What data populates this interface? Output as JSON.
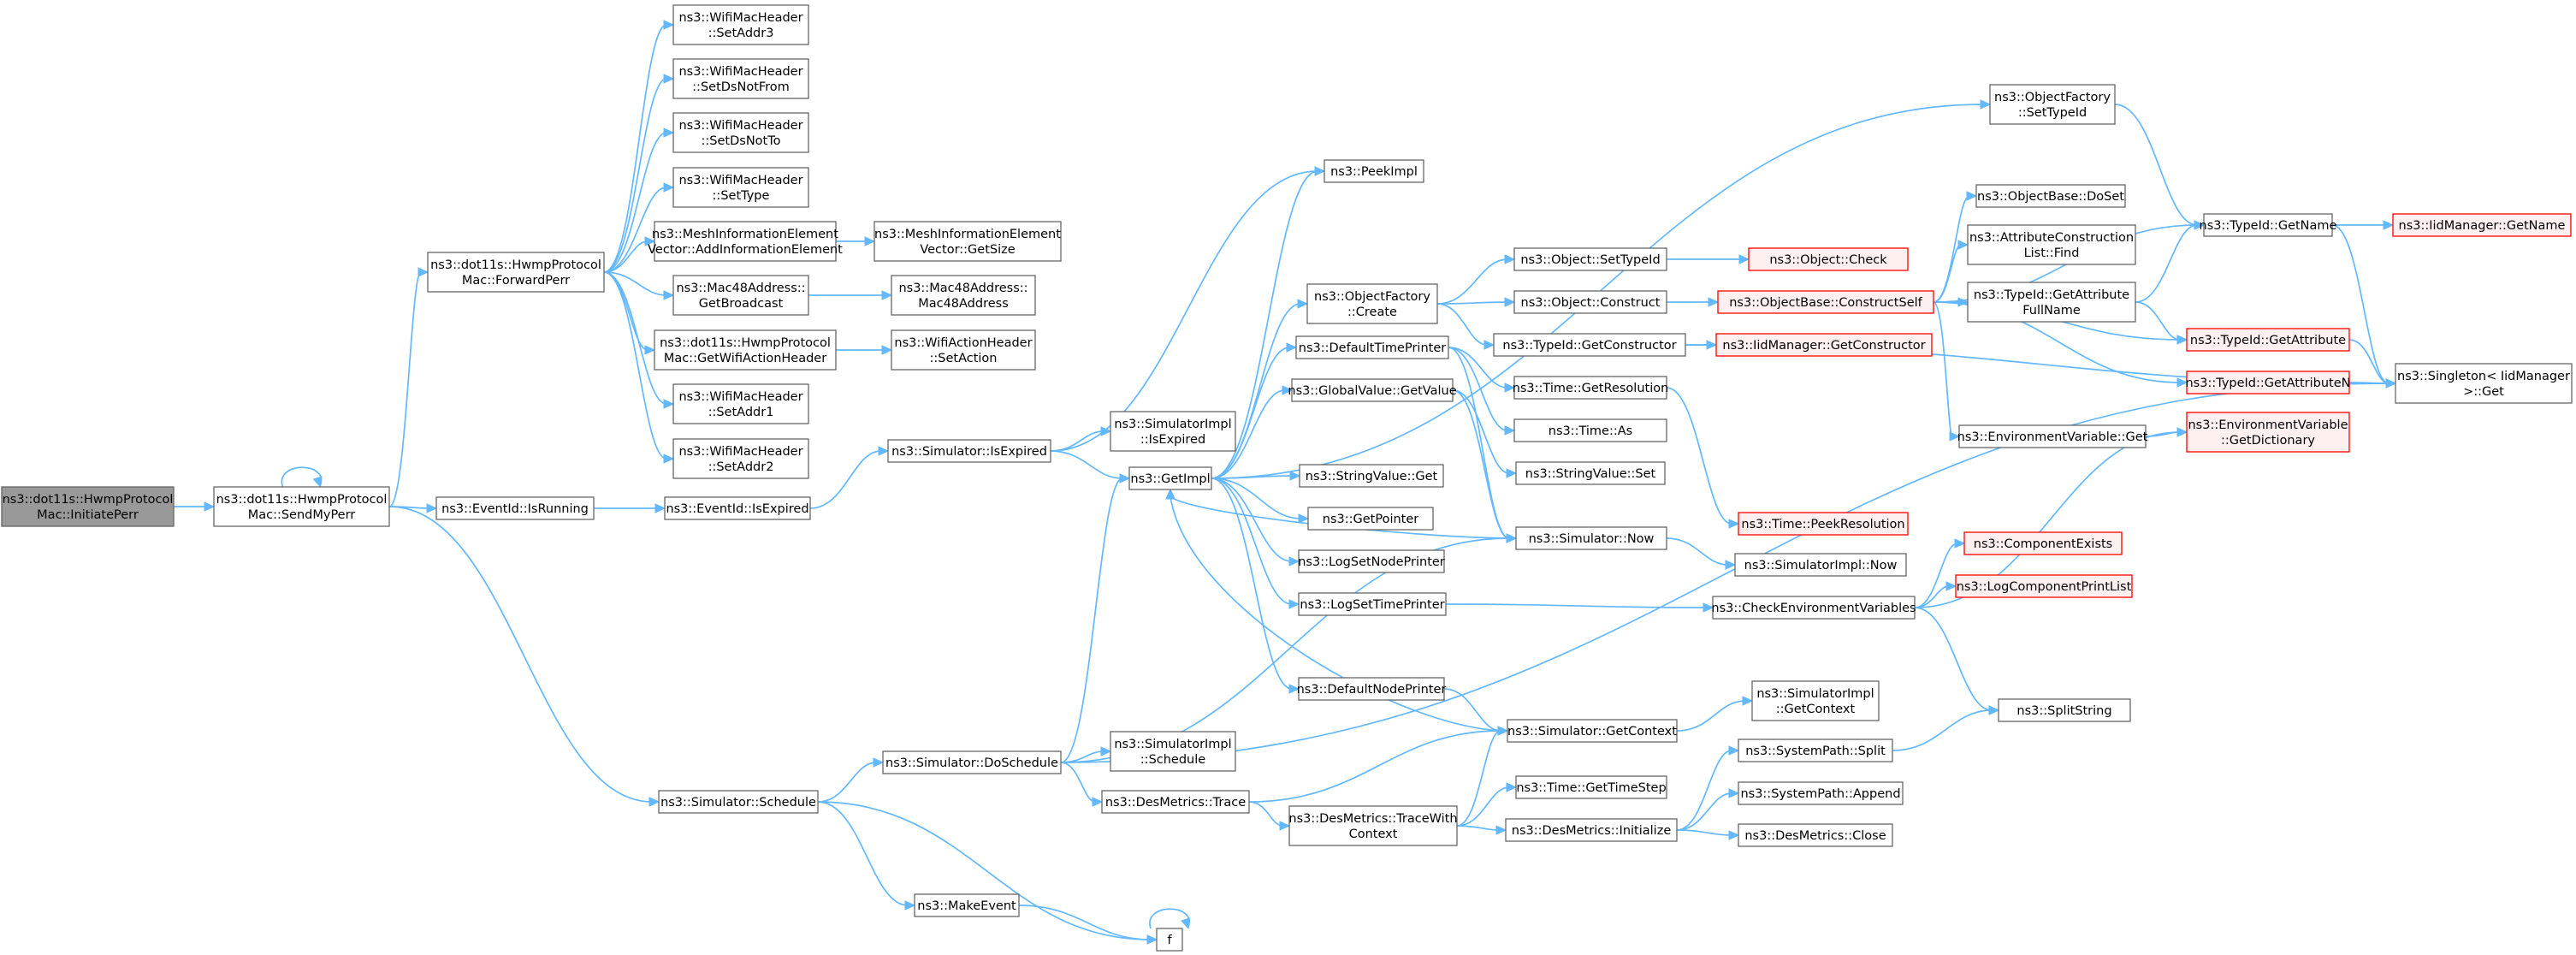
{
  "graph": {
    "title": "ns3::dot11s::HwmpProtocolMac::InitiatePerr call graph",
    "nodes": [
      {
        "id": "n0",
        "lines": [
          "ns3::dot11s::HwmpProtocol",
          "Mac::InitiatePerr"
        ],
        "style": "root"
      },
      {
        "id": "n1",
        "lines": [
          "ns3::dot11s::HwmpProtocol",
          "Mac::SendMyPerr"
        ],
        "style": "normal"
      },
      {
        "id": "n2",
        "lines": [
          "ns3::dot11s::HwmpProtocol",
          "Mac::ForwardPerr"
        ],
        "style": "normal"
      },
      {
        "id": "n3",
        "lines": [
          "ns3::EventId::IsRunning"
        ],
        "style": "normal"
      },
      {
        "id": "n4",
        "lines": [
          "ns3::Simulator::Schedule"
        ],
        "style": "normal"
      },
      {
        "id": "n5",
        "lines": [
          "ns3::WifiMacHeader",
          "::SetAddr3"
        ],
        "style": "normal"
      },
      {
        "id": "n6",
        "lines": [
          "ns3::WifiMacHeader",
          "::SetDsNotFrom"
        ],
        "style": "normal"
      },
      {
        "id": "n7",
        "lines": [
          "ns3::WifiMacHeader",
          "::SetDsNotTo"
        ],
        "style": "normal"
      },
      {
        "id": "n8",
        "lines": [
          "ns3::WifiMacHeader",
          "::SetType"
        ],
        "style": "normal"
      },
      {
        "id": "n9",
        "lines": [
          "ns3::MeshInformationElement",
          "Vector::AddInformationElement"
        ],
        "style": "normal"
      },
      {
        "id": "n10",
        "lines": [
          "ns3::Mac48Address::",
          "GetBroadcast"
        ],
        "style": "normal"
      },
      {
        "id": "n11",
        "lines": [
          "ns3::dot11s::HwmpProtocol",
          "Mac::GetWifiActionHeader"
        ],
        "style": "normal"
      },
      {
        "id": "n12",
        "lines": [
          "ns3::WifiMacHeader",
          "::SetAddr1"
        ],
        "style": "normal"
      },
      {
        "id": "n13",
        "lines": [
          "ns3::WifiMacHeader",
          "::SetAddr2"
        ],
        "style": "normal"
      },
      {
        "id": "n14",
        "lines": [
          "ns3::MeshInformationElement",
          "Vector::GetSize"
        ],
        "style": "normal"
      },
      {
        "id": "n15",
        "lines": [
          "ns3::Mac48Address::",
          "Mac48Address"
        ],
        "style": "normal"
      },
      {
        "id": "n16",
        "lines": [
          "ns3::WifiActionHeader",
          "::SetAction"
        ],
        "style": "normal"
      },
      {
        "id": "n17",
        "lines": [
          "ns3::EventId::IsExpired"
        ],
        "style": "normal"
      },
      {
        "id": "n18",
        "lines": [
          "ns3::Simulator::IsExpired"
        ],
        "style": "normal"
      },
      {
        "id": "n19",
        "lines": [
          "ns3::SimulatorImpl",
          "::IsExpired"
        ],
        "style": "normal"
      },
      {
        "id": "n20",
        "lines": [
          "ns3::GetImpl"
        ],
        "style": "normal"
      },
      {
        "id": "n21",
        "lines": [
          "ns3::PeekImpl"
        ],
        "style": "normal"
      },
      {
        "id": "n22",
        "lines": [
          "ns3::ObjectFactory",
          "::Create"
        ],
        "style": "normal"
      },
      {
        "id": "n23",
        "lines": [
          "ns3::DefaultTimePrinter"
        ],
        "style": "normal"
      },
      {
        "id": "n24",
        "lines": [
          "ns3::GlobalValue::GetValue"
        ],
        "style": "normal"
      },
      {
        "id": "n25",
        "lines": [
          "ns3::StringValue::Get"
        ],
        "style": "normal"
      },
      {
        "id": "n26",
        "lines": [
          "ns3::GetPointer"
        ],
        "style": "normal"
      },
      {
        "id": "n27",
        "lines": [
          "ns3::LogSetNodePrinter"
        ],
        "style": "normal"
      },
      {
        "id": "n28",
        "lines": [
          "ns3::LogSetTimePrinter"
        ],
        "style": "normal"
      },
      {
        "id": "n29",
        "lines": [
          "ns3::DefaultNodePrinter"
        ],
        "style": "normal"
      },
      {
        "id": "n30",
        "lines": [
          "ns3::Simulator::DoSchedule"
        ],
        "style": "normal"
      },
      {
        "id": "n31",
        "lines": [
          "ns3::SimulatorImpl",
          "::Schedule"
        ],
        "style": "normal"
      },
      {
        "id": "n32",
        "lines": [
          "ns3::DesMetrics::Trace"
        ],
        "style": "normal"
      },
      {
        "id": "n33",
        "lines": [
          "ns3::MakeEvent"
        ],
        "style": "normal"
      },
      {
        "id": "n34",
        "lines": [
          "f"
        ],
        "style": "normal"
      },
      {
        "id": "n35",
        "lines": [
          "ns3::DesMetrics::TraceWith",
          "Context"
        ],
        "style": "normal"
      },
      {
        "id": "n36",
        "lines": [
          "ns3::Simulator::GetContext"
        ],
        "style": "normal"
      },
      {
        "id": "n37",
        "lines": [
          "ns3::Simulator::Now"
        ],
        "style": "normal"
      },
      {
        "id": "n38",
        "lines": [
          "ns3::ObjectFactory",
          "::SetTypeId"
        ],
        "style": "normal"
      },
      {
        "id": "n39",
        "lines": [
          "ns3::Object::SetTypeId"
        ],
        "style": "normal"
      },
      {
        "id": "n40",
        "lines": [
          "ns3::Object::Construct"
        ],
        "style": "normal"
      },
      {
        "id": "n41",
        "lines": [
          "ns3::TypeId::GetConstructor"
        ],
        "style": "normal"
      },
      {
        "id": "n42",
        "lines": [
          "ns3::Time::GetResolution"
        ],
        "style": "normal"
      },
      {
        "id": "n43",
        "lines": [
          "ns3::Time::As"
        ],
        "style": "normal"
      },
      {
        "id": "n44",
        "lines": [
          "ns3::StringValue::Set"
        ],
        "style": "normal"
      },
      {
        "id": "n45",
        "lines": [
          "ns3::Time::GetTimeStep"
        ],
        "style": "normal"
      },
      {
        "id": "n46",
        "lines": [
          "ns3::DesMetrics::Initialize"
        ],
        "style": "normal"
      },
      {
        "id": "n47",
        "lines": [
          "ns3::Object::Check"
        ],
        "style": "truncated"
      },
      {
        "id": "n48",
        "lines": [
          "ns3::ObjectBase::ConstructSelf"
        ],
        "style": "truncated"
      },
      {
        "id": "n49",
        "lines": [
          "ns3::IidManager::GetConstructor"
        ],
        "style": "truncated"
      },
      {
        "id": "n50",
        "lines": [
          "ns3::Time::PeekResolution"
        ],
        "style": "truncated"
      },
      {
        "id": "n51",
        "lines": [
          "ns3::SimulatorImpl::Now"
        ],
        "style": "normal"
      },
      {
        "id": "n52",
        "lines": [
          "ns3::CheckEnvironmentVariables"
        ],
        "style": "normal"
      },
      {
        "id": "n53",
        "lines": [
          "ns3::SimulatorImpl",
          "::GetContext"
        ],
        "style": "normal"
      },
      {
        "id": "n54",
        "lines": [
          "ns3::SystemPath::Split"
        ],
        "style": "normal"
      },
      {
        "id": "n55",
        "lines": [
          "ns3::SystemPath::Append"
        ],
        "style": "normal"
      },
      {
        "id": "n56",
        "lines": [
          "ns3::DesMetrics::Close"
        ],
        "style": "normal"
      },
      {
        "id": "n57",
        "lines": [
          "ns3::ObjectBase::DoSet"
        ],
        "style": "normal"
      },
      {
        "id": "n58",
        "lines": [
          "ns3::AttributeConstruction",
          "List::Find"
        ],
        "style": "normal"
      },
      {
        "id": "n59",
        "lines": [
          "ns3::TypeId::GetAttribute",
          "FullName"
        ],
        "style": "normal"
      },
      {
        "id": "n60",
        "lines": [
          "ns3::EnvironmentVariable::Get"
        ],
        "style": "normal"
      },
      {
        "id": "n61",
        "lines": [
          "ns3::ComponentExists"
        ],
        "style": "truncated"
      },
      {
        "id": "n62",
        "lines": [
          "ns3::LogComponentPrintList"
        ],
        "style": "truncated"
      },
      {
        "id": "n63",
        "lines": [
          "ns3::SplitString"
        ],
        "style": "normal"
      },
      {
        "id": "n64",
        "lines": [
          "ns3::TypeId::GetName"
        ],
        "style": "normal"
      },
      {
        "id": "n65",
        "lines": [
          "ns3::TypeId::GetAttribute"
        ],
        "style": "truncated"
      },
      {
        "id": "n66",
        "lines": [
          "ns3::TypeId::GetAttributeN"
        ],
        "style": "truncated"
      },
      {
        "id": "n67",
        "lines": [
          "ns3::EnvironmentVariable",
          "::GetDictionary"
        ],
        "style": "truncated"
      },
      {
        "id": "n68",
        "lines": [
          "ns3::IidManager::GetName"
        ],
        "style": "truncated"
      },
      {
        "id": "n69",
        "lines": [
          "ns3::Singleton< IidManager",
          " >::Get"
        ],
        "style": "normal"
      }
    ],
    "edges": [
      [
        "n0",
        "n1"
      ],
      [
        "n1",
        "n1"
      ],
      [
        "n1",
        "n2"
      ],
      [
        "n1",
        "n3"
      ],
      [
        "n1",
        "n4"
      ],
      [
        "n2",
        "n5"
      ],
      [
        "n2",
        "n6"
      ],
      [
        "n2",
        "n7"
      ],
      [
        "n2",
        "n8"
      ],
      [
        "n2",
        "n9"
      ],
      [
        "n2",
        "n10"
      ],
      [
        "n2",
        "n11"
      ],
      [
        "n2",
        "n12"
      ],
      [
        "n2",
        "n13"
      ],
      [
        "n9",
        "n14"
      ],
      [
        "n10",
        "n15"
      ],
      [
        "n11",
        "n16"
      ],
      [
        "n3",
        "n17"
      ],
      [
        "n17",
        "n18"
      ],
      [
        "n18",
        "n19"
      ],
      [
        "n18",
        "n20"
      ],
      [
        "n18",
        "n21"
      ],
      [
        "n4",
        "n30"
      ],
      [
        "n4",
        "n33"
      ],
      [
        "n4",
        "n34"
      ],
      [
        "n33",
        "n34"
      ],
      [
        "n34",
        "n34"
      ],
      [
        "n30",
        "n20"
      ],
      [
        "n30",
        "n31"
      ],
      [
        "n30",
        "n32"
      ],
      [
        "n30",
        "n37"
      ],
      [
        "n30",
        "n69"
      ],
      [
        "n32",
        "n35"
      ],
      [
        "n32",
        "n36"
      ],
      [
        "n35",
        "n36"
      ],
      [
        "n35",
        "n45"
      ],
      [
        "n35",
        "n46"
      ],
      [
        "n46",
        "n54"
      ],
      [
        "n46",
        "n55"
      ],
      [
        "n46",
        "n56"
      ],
      [
        "n54",
        "n63"
      ],
      [
        "n20",
        "n21"
      ],
      [
        "n20",
        "n22"
      ],
      [
        "n20",
        "n23"
      ],
      [
        "n20",
        "n24"
      ],
      [
        "n20",
        "n25"
      ],
      [
        "n20",
        "n26"
      ],
      [
        "n20",
        "n27"
      ],
      [
        "n20",
        "n28"
      ],
      [
        "n20",
        "n29"
      ],
      [
        "n20",
        "n38"
      ],
      [
        "n37",
        "n20"
      ],
      [
        "n37",
        "n51"
      ],
      [
        "n36",
        "n20"
      ],
      [
        "n36",
        "n53"
      ],
      [
        "n29",
        "n36"
      ],
      [
        "n22",
        "n39"
      ],
      [
        "n22",
        "n40"
      ],
      [
        "n22",
        "n41"
      ],
      [
        "n23",
        "n37"
      ],
      [
        "n23",
        "n42"
      ],
      [
        "n23",
        "n43"
      ],
      [
        "n24",
        "n37"
      ],
      [
        "n24",
        "n44"
      ],
      [
        "n28",
        "n52"
      ],
      [
        "n39",
        "n47"
      ],
      [
        "n40",
        "n48"
      ],
      [
        "n41",
        "n49"
      ],
      [
        "n41",
        "n69"
      ],
      [
        "n42",
        "n50"
      ],
      [
        "n48",
        "n57"
      ],
      [
        "n48",
        "n58"
      ],
      [
        "n48",
        "n59"
      ],
      [
        "n48",
        "n60"
      ],
      [
        "n48",
        "n64"
      ],
      [
        "n48",
        "n65"
      ],
      [
        "n48",
        "n66"
      ],
      [
        "n59",
        "n64"
      ],
      [
        "n59",
        "n65"
      ],
      [
        "n60",
        "n67"
      ],
      [
        "n52",
        "n61"
      ],
      [
        "n52",
        "n62"
      ],
      [
        "n52",
        "n63"
      ],
      [
        "n52",
        "n67"
      ],
      [
        "n38",
        "n64"
      ],
      [
        "n64",
        "n68"
      ],
      [
        "n64",
        "n69"
      ],
      [
        "n65",
        "n69"
      ],
      [
        "n66",
        "n69"
      ]
    ],
    "colors": {
      "edge": "#63b8ff",
      "node_border": "#666666",
      "node_fill": "#ffffff",
      "root_fill": "#999999",
      "truncated_border": "#ff0000",
      "truncated_fill": "#fff0f0",
      "text": "#000000"
    }
  }
}
